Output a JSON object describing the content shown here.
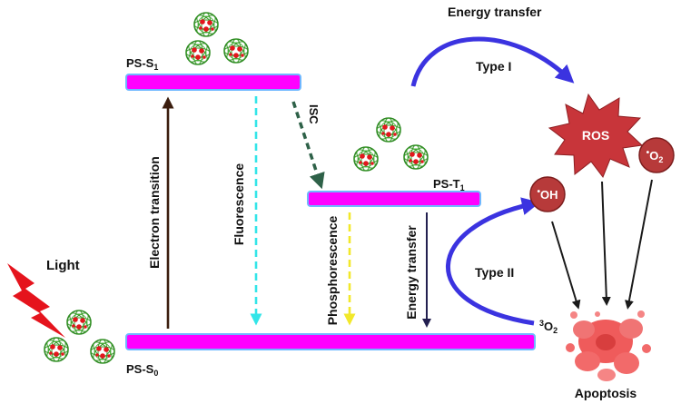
{
  "labels": {
    "energy_transfer_top": "Energy transfer",
    "type_1": "Type I",
    "type_2": "Type II",
    "ps_s1": "PS-S",
    "ps_s1_sub": "1",
    "ps_t1": "PS-T",
    "ps_t1_sub": "1",
    "ps_s0": "PS-S",
    "ps_s0_sub": "0",
    "isc": "ISC",
    "electron_transition": "Electron transition",
    "fluorescence": "Fluorescence",
    "phosphorescence": "Phosphorescence",
    "energy_transfer_vertical": "Energy transfer",
    "light": "Light",
    "ros": "ROS",
    "hydroxyl": "OH",
    "superoxide": "O",
    "superoxide_sub": "2",
    "dot": "•",
    "triplet_oxygen": "O",
    "triplet_oxygen_pre": "3",
    "triplet_oxygen_sub": "2",
    "apoptosis": "Apoptosis"
  },
  "colors": {
    "energy_level_bar": "#ff00ff",
    "bar_outline": "#6fb8ff",
    "electron_transition_arrow": "#3b1d0e",
    "fluorescence_arrow": "#33e5e8",
    "isc_arrow": "#2e6148",
    "phosphorescence_arrow": "#f2e82a",
    "energy_transfer_arrow": "#232050",
    "curved_arrow": "#3b33e0",
    "ros_burst": "#c8353a",
    "radical_circle": "#b73a3a",
    "lightning": "#e5141d",
    "nanoparticle_mesh": "#3a9a2a",
    "nanoparticle_core": "#e3161d",
    "apoptosis_cell": "#ef5b5b"
  },
  "icons": [
    "nanoparticle-cluster-icon",
    "lightning-icon",
    "ros-burst-icon",
    "radical-circle-icon",
    "apoptosis-cell-icon"
  ]
}
